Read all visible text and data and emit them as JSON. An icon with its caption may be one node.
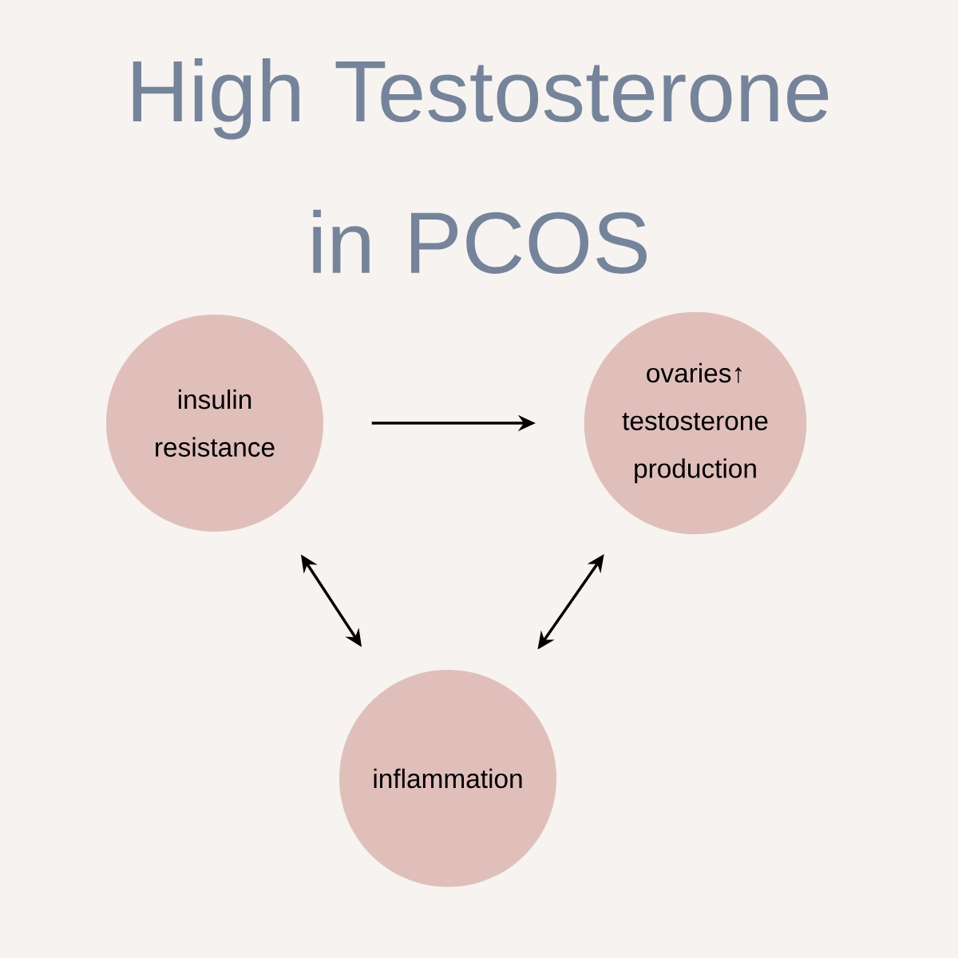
{
  "diagram": {
    "title": "High Testosterone in PCOS",
    "nodes": [
      {
        "text": [
          "insulin resistance"
        ]
      },
      {
        "text": [
          "ovaries↑ testosterone production"
        ]
      },
      {
        "text": [
          "inflammation"
        ]
      }
    ],
    "edges": [
      {
        "from": 0,
        "to": 1,
        "arrow": "to"
      },
      {
        "from": 0,
        "to": 2,
        "arrow": "both"
      },
      {
        "from": 1,
        "to": 2,
        "arrow": "both"
      }
    ]
  }
}
